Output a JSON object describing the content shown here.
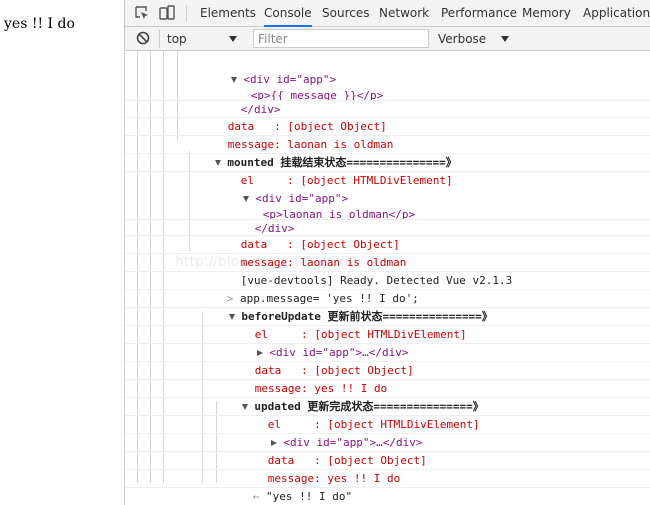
{
  "page": {
    "text": "yes !! I do"
  },
  "devtools": {
    "tabs": [
      {
        "label": "Elements"
      },
      {
        "label": "Console",
        "active": true
      },
      {
        "label": "Sources"
      },
      {
        "label": "Network"
      },
      {
        "label": "Performance"
      },
      {
        "label": "Memory"
      },
      {
        "label": "Application"
      }
    ],
    "toolbar": {
      "context": "top",
      "filter_placeholder": "Filter",
      "level": "Verbose"
    }
  },
  "console": {
    "watermark": "http://blog.csdn.net/...202",
    "lines": [
      {
        "t": "<div id=\"app\">"
      },
      {
        "t": "<p>{{ message }}</p>"
      },
      {
        "t": "</div>"
      },
      {
        "t": "data   : [object Object]"
      },
      {
        "t": "message: laonan is oldman"
      },
      {
        "t": "mounted 挂载结束状态===============》"
      },
      {
        "t": "el     : [object HTMLDivElement]"
      },
      {
        "t": "<div id=\"app\">"
      },
      {
        "t": "<p>laonan is oldman</p>"
      },
      {
        "t": "</div>"
      },
      {
        "t": "data   : [object Object]"
      },
      {
        "t": "message: laonan is oldman"
      },
      {
        "t": "[vue-devtools] Ready. Detected Vue v2.1.3"
      },
      {
        "t": "app.message= 'yes !! I do';"
      },
      {
        "t": "beforeUpdate 更新前状态===============》"
      },
      {
        "t": "el     : [object HTMLDivElement]"
      },
      {
        "t": "<div id=\"app\">…</div>"
      },
      {
        "t": "data   : [object Object]"
      },
      {
        "t": "message: yes !! I do"
      },
      {
        "t": "updated 更新完成状态===============》"
      },
      {
        "t": "el     : [object HTMLDivElement]"
      },
      {
        "t": "<div id=\"app\">…</div>"
      },
      {
        "t": "data   : [object Object]"
      },
      {
        "t": "message: yes !! I do"
      },
      {
        "t": "\"yes !! I do\""
      }
    ]
  },
  "colors": {
    "accent": "#1a73e8",
    "log_red": "#c80000",
    "tag": "#881280",
    "attr": "#994500",
    "attr_value": "#1a1aa6"
  }
}
